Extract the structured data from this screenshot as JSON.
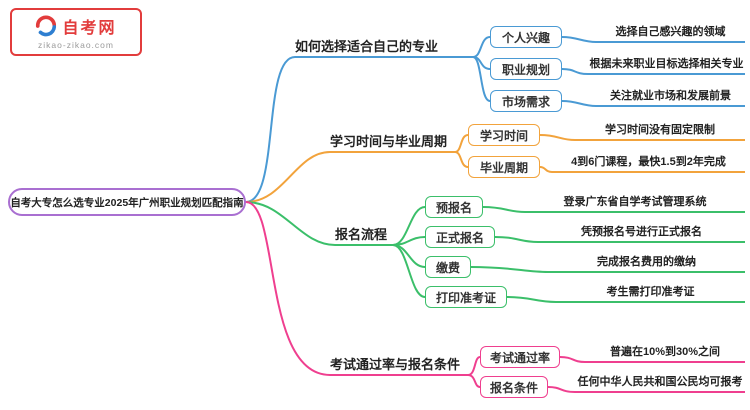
{
  "logo": {
    "site_name": "自考网",
    "site_url": "zikao-zikao.com"
  },
  "root": {
    "label": "自考大专怎么选专业2025年广州职业规划匹配指南"
  },
  "colors": {
    "root_border": "#a96fd1",
    "branch_blue": "#4a9ad4",
    "branch_orange": "#f2a33c",
    "branch_green": "#3bbf6a",
    "branch_pink": "#ef3f8f",
    "logo_red": "#e23c3c"
  },
  "branches": [
    {
      "label": "如何选择适合自己的专业",
      "color": "#4a9ad4",
      "children": [
        {
          "box": "个人兴趣",
          "leaf": "选择自己感兴趣的领域"
        },
        {
          "box": "职业规划",
          "leaf": "根据未来职业目标选择相关专业"
        },
        {
          "box": "市场需求",
          "leaf": "关注就业市场和发展前景"
        }
      ]
    },
    {
      "label": "学习时间与毕业周期",
      "color": "#f2a33c",
      "children": [
        {
          "box": "学习时间",
          "leaf": "学习时间没有固定限制"
        },
        {
          "box": "毕业周期",
          "leaf": "4到6门课程，最快1.5到2年完成"
        }
      ]
    },
    {
      "label": "报名流程",
      "color": "#3bbf6a",
      "children": [
        {
          "box": "预报名",
          "leaf": "登录广东省自学考试管理系统"
        },
        {
          "box": "正式报名",
          "leaf": "凭预报名号进行正式报名"
        },
        {
          "box": "缴费",
          "leaf": "完成报名费用的缴纳"
        },
        {
          "box": "打印准考证",
          "leaf": "考生需打印准考证"
        }
      ]
    },
    {
      "label": "考试通过率与报名条件",
      "color": "#ef3f8f",
      "children": [
        {
          "box": "考试通过率",
          "leaf": "普遍在10%到30%之间"
        },
        {
          "box": "报名条件",
          "leaf": "任何中华人民共和国公民均可报考"
        }
      ]
    }
  ]
}
